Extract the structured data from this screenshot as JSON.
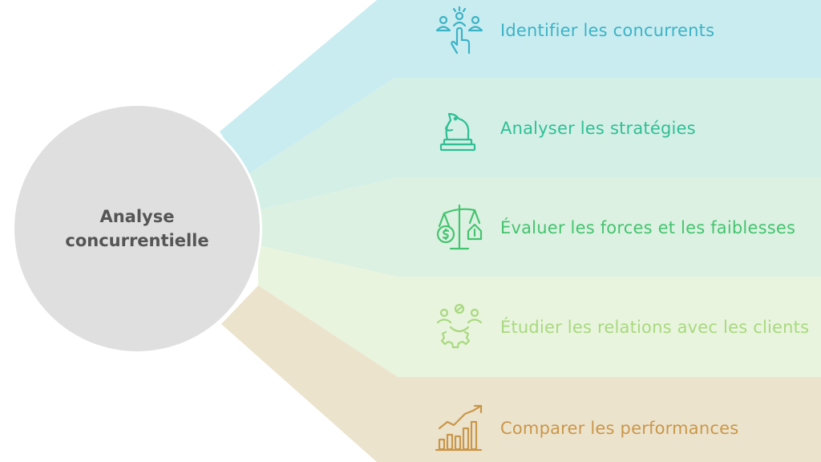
{
  "hub": {
    "title": "Analyse concurrentielle"
  },
  "items": [
    {
      "label": "Identifier les concurrents",
      "icon": "people-pointing-hand-icon",
      "color": "#3cb3c6",
      "band_color": "#c9ecf0"
    },
    {
      "label": "Analyser les stratégies",
      "icon": "chess-knight-icon",
      "color": "#2fbf94",
      "band_color": "#d3efe6"
    },
    {
      "label": "Évaluer les forces et les faiblesses",
      "icon": "balance-scale-icon",
      "color": "#44c46e",
      "band_color": "#dcf1e2"
    },
    {
      "label": "Étudier les relations avec les clients",
      "icon": "team-gear-icon",
      "color": "#a8d97f",
      "band_color": "#e8f4dd"
    },
    {
      "label": "Comparer les performances",
      "icon": "bar-chart-growth-icon",
      "color": "#c9974a",
      "band_color": "#ece3cd"
    }
  ]
}
